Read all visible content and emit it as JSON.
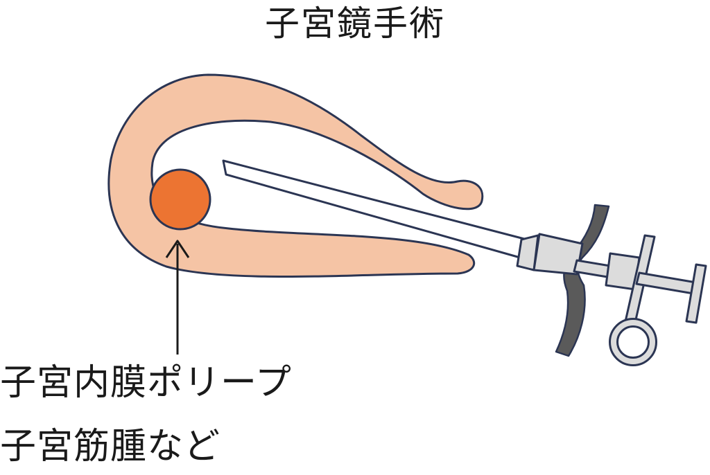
{
  "title": "子宮鏡手術",
  "labels": {
    "line1": "子宮内膜ポリープ",
    "line2": "子宮筋腫など"
  },
  "colors": {
    "uterus": "#f5c4a5",
    "polyp": "#ec7432",
    "outline": "#2b3553",
    "instrument_light": "#dcdcdc",
    "instrument_dark": "#5a5a5a"
  }
}
